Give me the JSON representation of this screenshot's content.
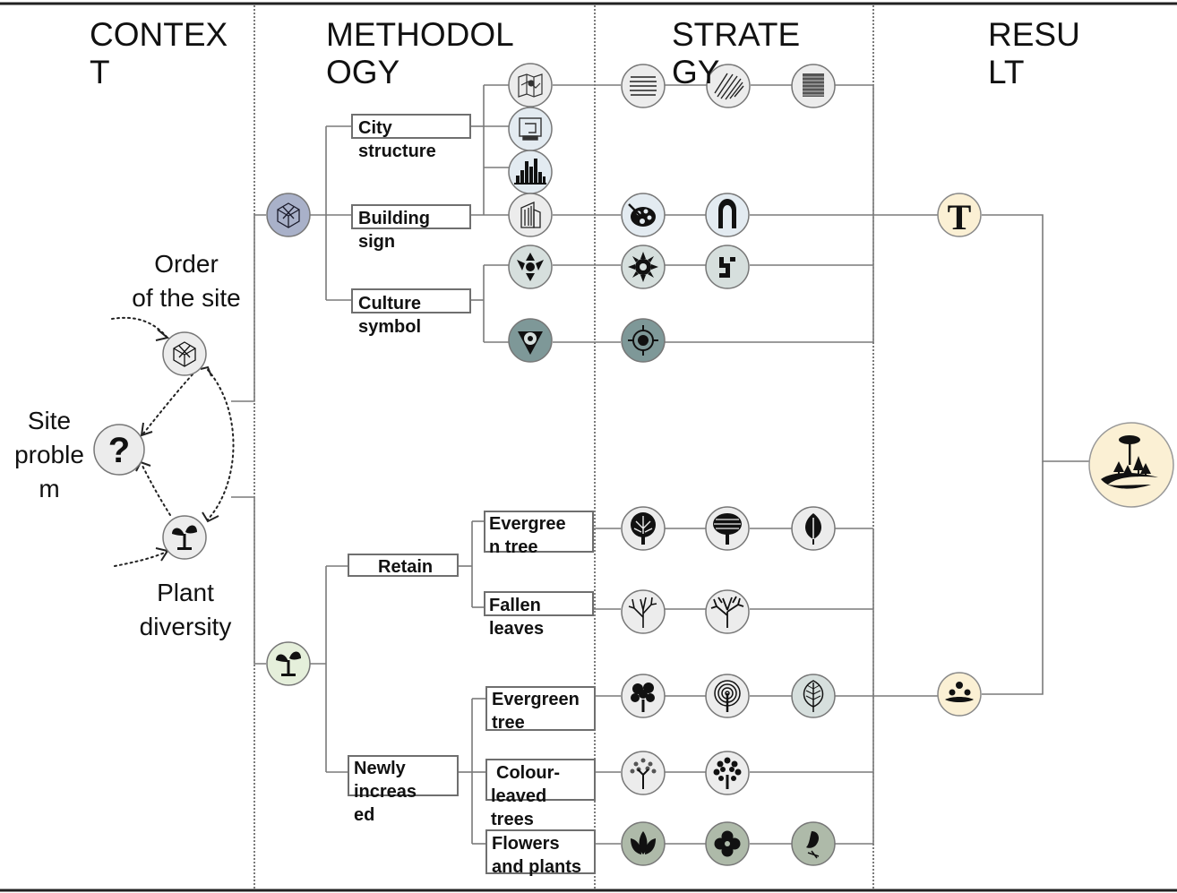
{
  "columns": {
    "context": [
      "CONTEX",
      "T"
    ],
    "methodology": [
      "METHODOL",
      "OGY"
    ],
    "strategy": [
      "STRATE",
      "GY"
    ],
    "result": [
      "RESU",
      "LT"
    ]
  },
  "context": {
    "order": [
      "Order",
      "of the site"
    ],
    "problem": [
      "Site",
      "proble",
      "m"
    ],
    "plant": [
      "Plant",
      "diversity"
    ],
    "problem_glyph": "?"
  },
  "methods": {
    "city_structure": [
      "City",
      "structure"
    ],
    "building_sign": [
      "Building",
      "sign"
    ],
    "culture_symbol": [
      "Culture",
      "symbol"
    ],
    "retain": [
      "Retain"
    ],
    "newly_increased": [
      "Newly",
      "increas",
      "ed"
    ]
  },
  "submethods": {
    "evergreen_retain": [
      "Evergree",
      "n tree"
    ],
    "fallen_leaves": [
      "Fallen",
      "leaves"
    ],
    "evergreen_new": [
      "Evergreen",
      "tree"
    ],
    "colour_leaved": [
      "Colour-",
      "leaved",
      "trees"
    ],
    "flowers_plants": [
      "Flowers",
      "and plants"
    ]
  },
  "result": {
    "letter": "T"
  },
  "icons": [
    "cube-icon",
    "question-icon",
    "seedling-icon",
    "map-icon",
    "floor-plan-icon",
    "skyline-icon",
    "building-icon",
    "star-symbol-icon",
    "shield-symbol-icon",
    "lines-texture-icon",
    "hatch-texture-icon",
    "grid-texture-icon",
    "palette-icon",
    "arch-door-icon",
    "sun-ornament-icon",
    "pattern-glyph-icon",
    "target-ornament-icon",
    "tree-icon",
    "bare-tree-icon",
    "leaf-icon",
    "round-tree-icon",
    "flower-icon",
    "bird-icon",
    "landscape-icon",
    "letter-t-icon"
  ],
  "colors": {
    "line": "#7a7a7a",
    "circle_gray": "#ececec",
    "circle_blue": "#a9b1c9",
    "circle_green": "#e5efdb",
    "circle_cream": "#fbf0d4",
    "circle_dark": "#7e9898"
  }
}
